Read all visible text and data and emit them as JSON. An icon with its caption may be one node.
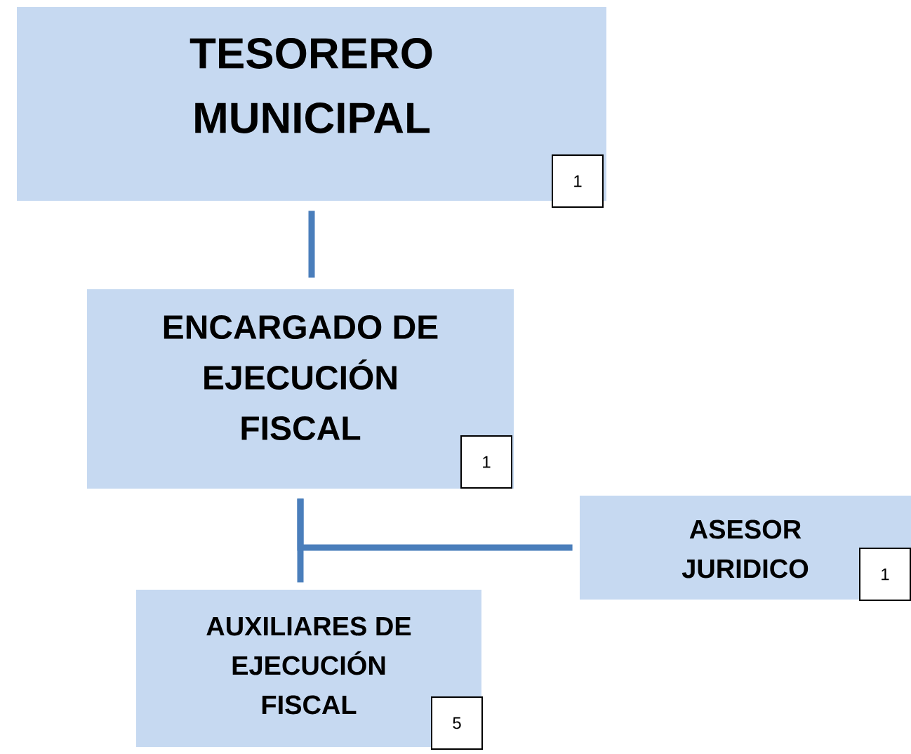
{
  "diagram": {
    "nodes": [
      {
        "text": [
          "TESORERO MUNICIPAL",
          "1"
        ]
      },
      {
        "text": [
          "ENCARGADO DE EJECUCIÓN FISCAL",
          "1"
        ]
      },
      {
        "text": [
          "ASESOR JURIDICO",
          "1"
        ]
      },
      {
        "text": [
          "AUXILIARES  DE EJECUCIÓN FISCAL",
          "5"
        ]
      }
    ],
    "edges": [
      {
        "from": 0,
        "to": 1,
        "arrow": "none"
      },
      {
        "from": 1,
        "to": 2,
        "arrow": "none"
      },
      {
        "from": 1,
        "to": 3,
        "arrow": "none"
      }
    ]
  }
}
